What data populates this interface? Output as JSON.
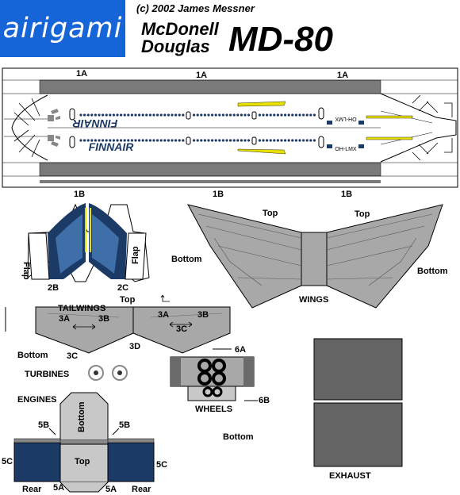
{
  "header": {
    "brand": "airigami",
    "copyright": "(c) 2002 James Messner",
    "maker_line1": "McDonell",
    "maker_line2": "Douglas",
    "model": "MD-80"
  },
  "fuselage": {
    "labels_top": [
      "1A",
      "1A",
      "1A"
    ],
    "labels_bottom": [
      "1B",
      "1B",
      "1B"
    ],
    "airline": "FINNAIR",
    "registration": "OH-LMX"
  },
  "tail": {
    "label_1b": "1B",
    "label_2b": "2B",
    "label_2c": "2C",
    "flap_left": "Flap",
    "flap_right": "Flap"
  },
  "wings": {
    "top_left": "Top",
    "top_right": "Top",
    "bottom_left": "Bottom",
    "bottom_right": "Bottom",
    "title": "WINGS"
  },
  "tailwings": {
    "title": "TAILWINGS",
    "top": "Top",
    "bottom": "Bottom",
    "l3a": "3A",
    "l3b": "3B",
    "l3c": "3C",
    "r3a": "3A",
    "r3b": "3B",
    "r3c": "3C",
    "l3d": "3D"
  },
  "turbines": {
    "title": "TURBINES"
  },
  "wheels": {
    "title": "WHEELS",
    "l6a": "6A",
    "l6b": "6B",
    "bottom": "Bottom"
  },
  "engines": {
    "title": "ENGINES",
    "bottom": "Bottom",
    "top": "Top",
    "l5b_left": "5B",
    "l5b_right": "5B",
    "l5c_left": "5C",
    "l5c_right": "5C",
    "l5a_left": "5A",
    "l5a_right": "5A",
    "rear_left": "Rear",
    "rear_right": "Rear"
  },
  "exhaust": {
    "title": "EXHAUST"
  },
  "colors": {
    "brand_blue": "#1565d8",
    "navy": "#1c3a66",
    "panel_gray": "#a8a8a8",
    "dark_gray": "#6b6b6b",
    "exhaust_gray": "#646464",
    "stripe_yellow": "#e8e000"
  }
}
